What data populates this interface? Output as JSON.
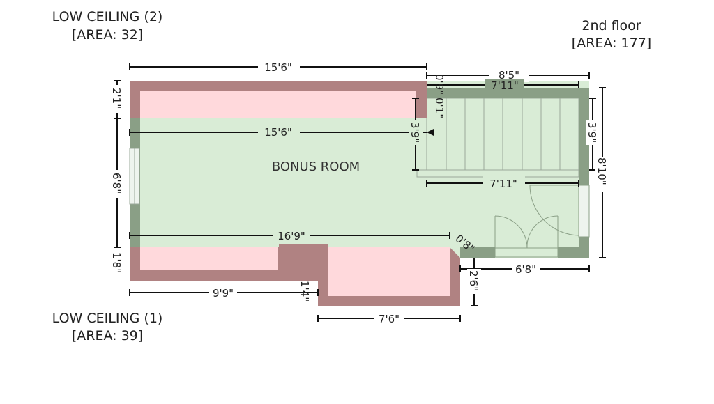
{
  "labels": {
    "low_ceiling_2_title": "LOW CEILING (2)",
    "low_ceiling_2_area": "[AREA: 32]",
    "floor_title": "2nd floor",
    "floor_area": "[AREA: 177]",
    "low_ceiling_1_title": "LOW CEILING (1)",
    "low_ceiling_1_area": "[AREA: 39]",
    "room_name": "BONUS ROOM"
  },
  "dimensions": {
    "top_width": "15'6\"",
    "inner_width": "15'6\"",
    "stair_total_width": "8'5\"",
    "stair_width_top": "7'11\"",
    "stair_width_bottom": "7'11\"",
    "stair_gap_a": "0'9\"",
    "stair_gap_b": "0'1\"",
    "stair_depth_left": "3'9\"",
    "stair_depth_right": "3'9\"",
    "right_height": "8'10\"",
    "left_top_height": "2'1\"",
    "left_mid_height": "6'8\"",
    "left_bottom_height": "1'8\"",
    "lower_width": "16'9\"",
    "small_diag": "0'8\"",
    "door_wall_width": "6'8\"",
    "notch_height": "2'6\"",
    "bottom_left_width": "9'9\"",
    "step_height": "1'4\"",
    "bottom_right_width": "7'6\""
  },
  "colors": {
    "floor_fill": "#d9ecd6",
    "wall_green": "#8a9f86",
    "low_ceiling_fill": "#ffd9dc",
    "low_ceiling_wall": "#b08282",
    "dim_line": "#111111"
  }
}
